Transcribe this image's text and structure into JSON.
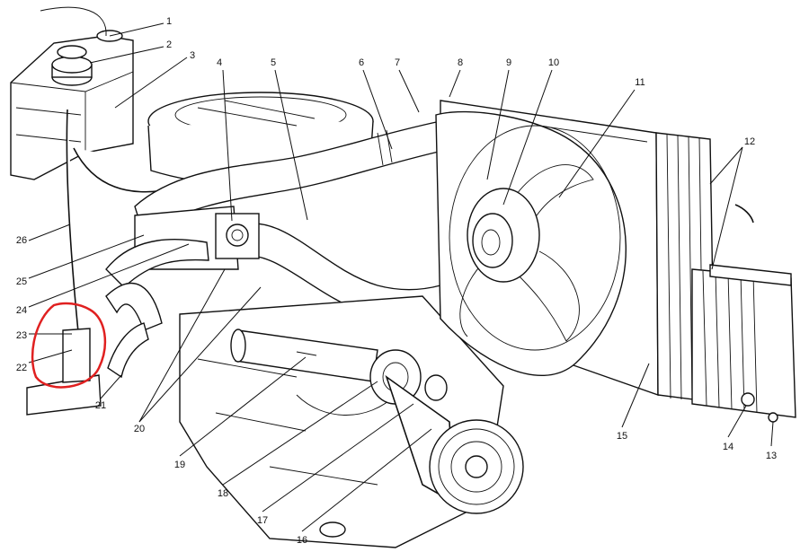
{
  "labels": [
    "1",
    "2",
    "3",
    "4",
    "5",
    "6",
    "7",
    "8",
    "9",
    "10",
    "11",
    "12",
    "13",
    "14",
    "15",
    "16",
    "17",
    "18",
    "19",
    "20",
    "21",
    "22",
    "23",
    "24",
    "25",
    "26"
  ],
  "highlight_color": "#e02020",
  "line_color": "#111111"
}
